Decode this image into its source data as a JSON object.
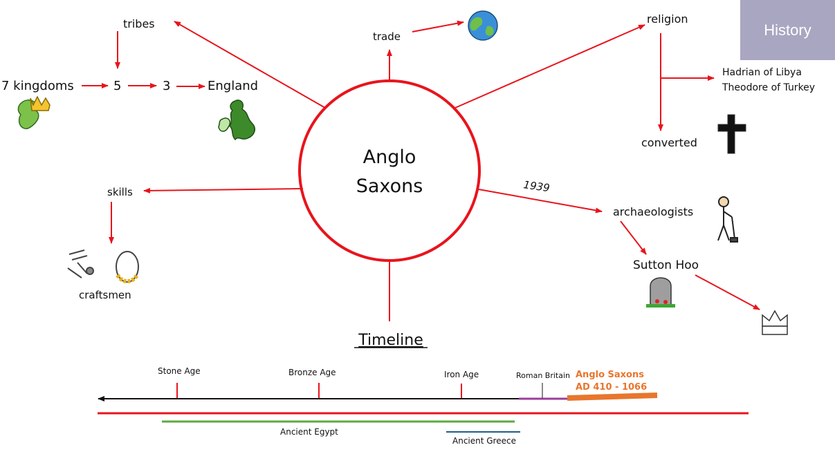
{
  "badge": {
    "subject": "History"
  },
  "center": {
    "line1": "Anglo",
    "line2": "Saxons"
  },
  "nodes": {
    "tribes": "tribes",
    "kingdoms7": "7 kingdoms",
    "five": "5",
    "three": "3",
    "england": "England",
    "trade": "trade",
    "religion": "religion",
    "hadrian": "Hadrian of Libya",
    "theodore": "Theodore of Turkey",
    "converted": "converted",
    "skills": "skills",
    "craftsmen": "craftsmen",
    "year": "1939",
    "archaeologists": "archaeologists",
    "sutton": "Sutton Hoo"
  },
  "timeline": {
    "title": "Timeline",
    "stone": "Stone Age",
    "bronze": "Bronze Age",
    "iron": "Iron Age",
    "roman": "Roman Britain",
    "anglo_title": "Anglo Saxons",
    "anglo_dates": "AD 410 - 1066",
    "egypt": "Ancient Egypt",
    "greece": "Ancient Greece"
  },
  "colors": {
    "arrow": "#e8141c",
    "egypt": "#5aab3c",
    "greece": "#1f5d8a",
    "roman": "#9a3c9a",
    "anglo": "#e8762d",
    "badge": "#a9a6c2"
  },
  "icons": [
    "crown-kingdoms-icon",
    "britain-map-icon",
    "globe-icon",
    "cross-icon",
    "tools-icon",
    "necklace-icon",
    "archaeologist-icon",
    "gravestone-icon",
    "crown-icon"
  ]
}
